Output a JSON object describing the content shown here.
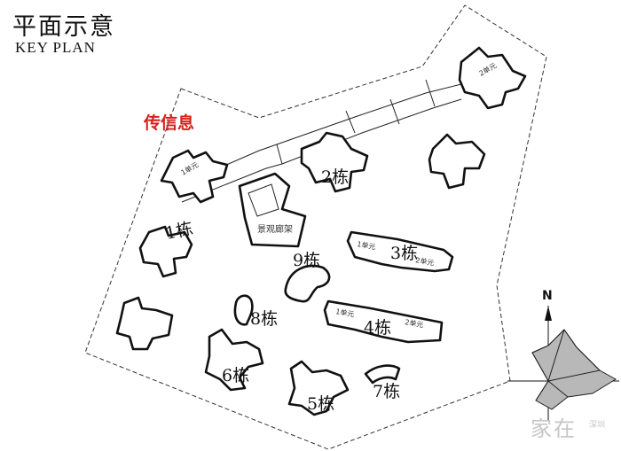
{
  "header": {
    "title": "平面示意",
    "subtitle": "KEY PLAN"
  },
  "map": {
    "highlight_label": "传信息",
    "center_feature_label": "景观廊架",
    "buildings": [
      {
        "id": "1",
        "label": "1栋"
      },
      {
        "id": "2",
        "label": "2栋"
      },
      {
        "id": "3",
        "label": "3栋"
      },
      {
        "id": "4",
        "label": "4栋"
      },
      {
        "id": "5",
        "label": "5栋"
      },
      {
        "id": "6",
        "label": "6栋"
      },
      {
        "id": "7",
        "label": "7栋"
      },
      {
        "id": "8",
        "label": "8栋"
      },
      {
        "id": "9",
        "label": "9栋"
      }
    ],
    "unit_labels": [
      "1单元",
      "2单元"
    ]
  },
  "compass": {
    "north_label": "N"
  },
  "watermark": {
    "text": "家在",
    "small": "深圳"
  },
  "colors": {
    "highlight": "#d8201c",
    "line": "#111111",
    "boundary": "#333333",
    "compass_fill": "#999999"
  }
}
